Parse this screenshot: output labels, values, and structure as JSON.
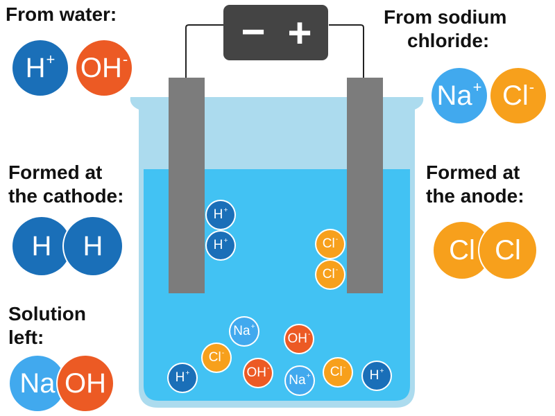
{
  "colors": {
    "h": "#1a6fb8",
    "oh": "#ec5a24",
    "na": "#41a9ee",
    "cl": "#f7a01c",
    "beaker": "#acdbee",
    "liquid": "#42c2f3",
    "electrode": "#7c7c7c",
    "battery": "#444444"
  },
  "battery": {
    "minus": "−",
    "plus": "+"
  },
  "labels": {
    "from_water": "From water:",
    "from_sodium_line1": "From sodium",
    "from_sodium_line2": "chloride:",
    "cathode_line1": "Formed at",
    "cathode_line2": "the cathode:",
    "anode_line1": "Formed at",
    "anode_line2": "the anode:",
    "solution_line1": "Solution",
    "solution_line2": "left:"
  },
  "ions": {
    "h": {
      "symbol": "H",
      "charge": "+"
    },
    "oh": {
      "symbol": "OH",
      "charge": "-"
    },
    "na": {
      "symbol": "Na",
      "charge": "+"
    },
    "cl": {
      "symbol": "Cl",
      "charge": "-"
    }
  },
  "molecules": {
    "hydrogen": [
      "H",
      "H"
    ],
    "chlorine": [
      "Cl",
      "Cl"
    ],
    "sodium_hydroxide": [
      "Na",
      "OH"
    ]
  }
}
